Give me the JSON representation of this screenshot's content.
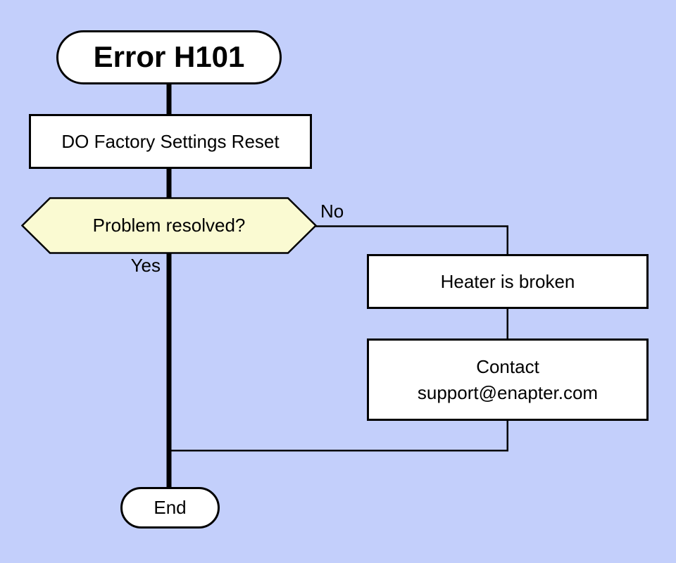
{
  "diagram": {
    "nodes": {
      "start": {
        "type": "terminator",
        "label": "Error H101"
      },
      "reset": {
        "type": "process",
        "label": "DO Factory Settings Reset"
      },
      "decision": {
        "type": "decision",
        "label": "Problem resolved?"
      },
      "heater": {
        "type": "process",
        "label": "Heater is broken"
      },
      "contact": {
        "type": "process",
        "label": "Contact\nsupport@enapter.com"
      },
      "end": {
        "type": "terminator",
        "label": "End"
      }
    },
    "edge_labels": {
      "no": "No",
      "yes": "Yes"
    }
  },
  "colors": {
    "background": "#c3cffb",
    "node-fill": "#ffffff",
    "decision-fill": "#fafad2",
    "line": "#000000",
    "text": "#000000"
  }
}
